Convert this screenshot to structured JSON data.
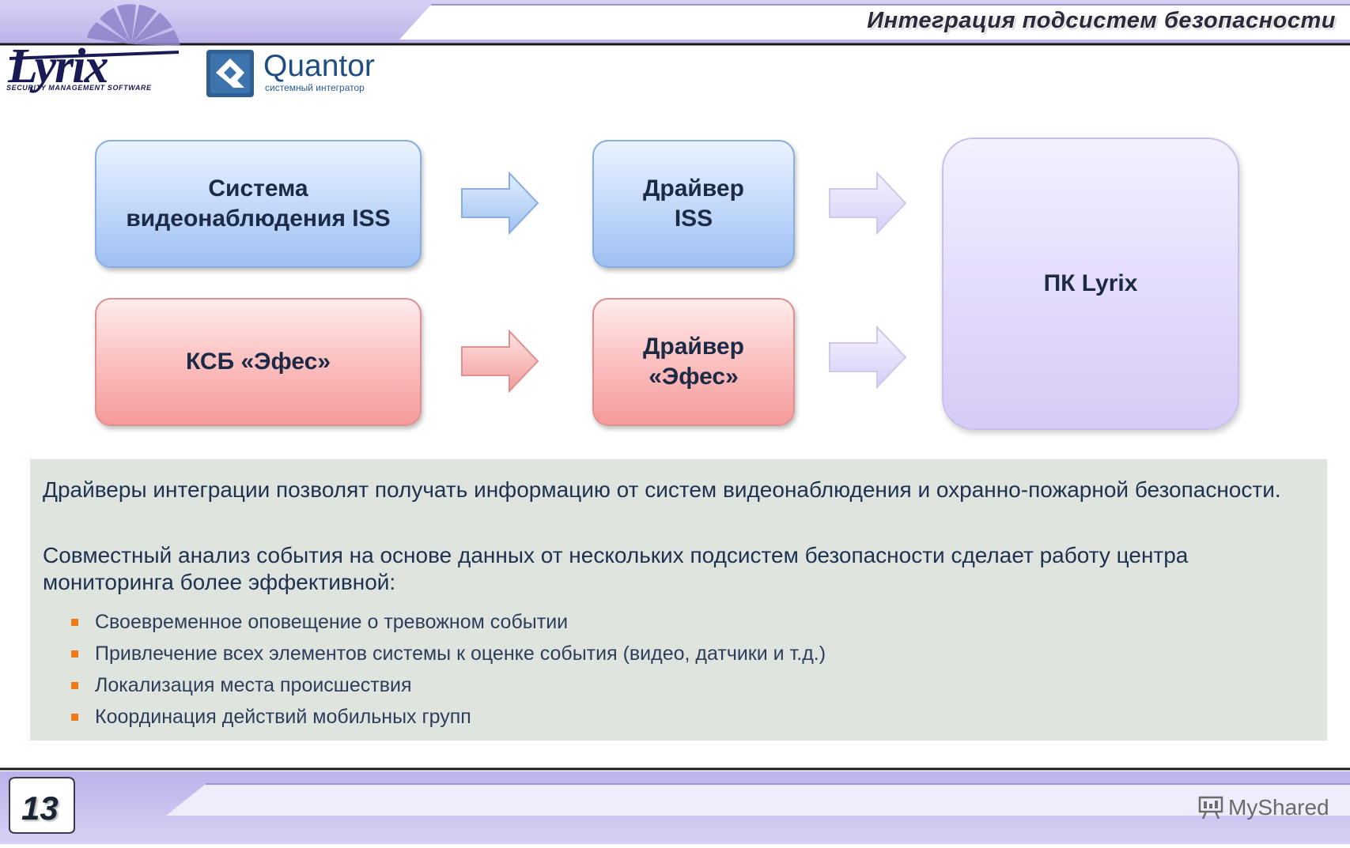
{
  "header": {
    "title": "Интеграция подсистем безопасности",
    "lyrix_logo_text": "Lyrix",
    "lyrix_tagline": "SECURITY MANAGEMENT SOFTWARE",
    "quantor_name": "Quantor",
    "quantor_subtitle": "системный интегратор"
  },
  "diagram": {
    "sources": [
      {
        "label": "Система\nвидеонаблюдения ISS"
      },
      {
        "label": "КСБ «Эфес»"
      }
    ],
    "drivers": [
      {
        "label": "Драйвер\nISS"
      },
      {
        "label": "Драйвер\n«Эфес»"
      }
    ],
    "target": {
      "label": "ПК Lyrix"
    }
  },
  "panel": {
    "paragraph1": "Драйверы интеграции позволят получать информацию от систем видеонаблюдения и охранно-пожарной безопасности.",
    "paragraph2": "Совместный анализ события на основе данных от нескольких подсистем безопасности сделает работу центра мониторинга более эффективной:",
    "bullets": [
      "Своевременное оповещение о тревожном событии",
      "Привлечение всех элементов системы к оценке события (видео, датчики и т.д.)",
      "Локализация места происшествия",
      "Координация действий мобильных групп"
    ]
  },
  "footer": {
    "page_number": "13",
    "watermark": "MyShared"
  },
  "colors": {
    "blue_box": "#b7d0f7",
    "red_box": "#f8aaaa",
    "violet_box": "#ddd4f8",
    "bullet_marker": "#f07a1a",
    "panel_bg": "#dfe4df",
    "band": "#cfc8ef"
  }
}
